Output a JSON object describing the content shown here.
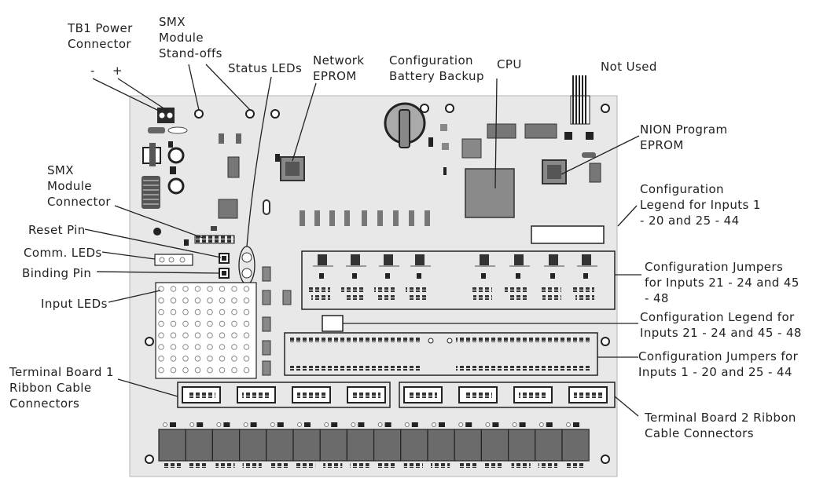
{
  "labels": {
    "tb1_power_connector": [
      "TB1 Power",
      "Connector"
    ],
    "polarity_minus": "-",
    "polarity_plus": "+",
    "smx_standoffs": [
      "SMX",
      "Module",
      "Stand-offs"
    ],
    "status_leds": "Status LEDs",
    "network_eprom": [
      "Network",
      "EPROM"
    ],
    "config_battery_backup": [
      "Configuration",
      "Battery Backup"
    ],
    "cpu": "CPU",
    "not_used": "Not Used",
    "nion_program_eprom": [
      "NION Program",
      "EPROM"
    ],
    "smx_module_connector": [
      "SMX",
      "Module",
      "Connector"
    ],
    "config_legend_1_20_25_44": [
      "Configuration",
      "Legend for Inputs 1",
      "- 20 and 25 - 44"
    ],
    "reset_pin": "Reset Pin",
    "comm_leds": "Comm. LEDs",
    "binding_pin": "Binding Pin",
    "config_jumpers_21_24_45_48": [
      "Configuration Jumpers",
      "for Inputs 21 - 24 and 45",
      "- 48"
    ],
    "input_leds": "Input LEDs",
    "config_legend_21_24_45_48": [
      "Configuration Legend for",
      "Inputs 21 - 24 and 45 - 48"
    ],
    "config_jumpers_1_20_25_44": [
      "Configuration Jumpers for",
      "Inputs 1 - 20 and 25 - 44"
    ],
    "terminal_board_1": [
      "Terminal Board 1",
      "Ribbon Cable",
      "Connectors"
    ],
    "terminal_board_2": [
      "Terminal Board 2 Ribbon",
      "Cable Connectors"
    ]
  },
  "colors": {
    "board": "#e8e8e8",
    "board_edge": "#b5b5b5",
    "chip_dark": "#3a3a3a",
    "chip_gray": "#8a8a8a",
    "terminal_block": "#6b6b6b",
    "outline": "#222222"
  },
  "counts": {
    "terminal_blocks_bottom": 16,
    "ribbon_connectors_per_board": 4,
    "input_led_columns": 8,
    "input_led_rows": 8
  }
}
